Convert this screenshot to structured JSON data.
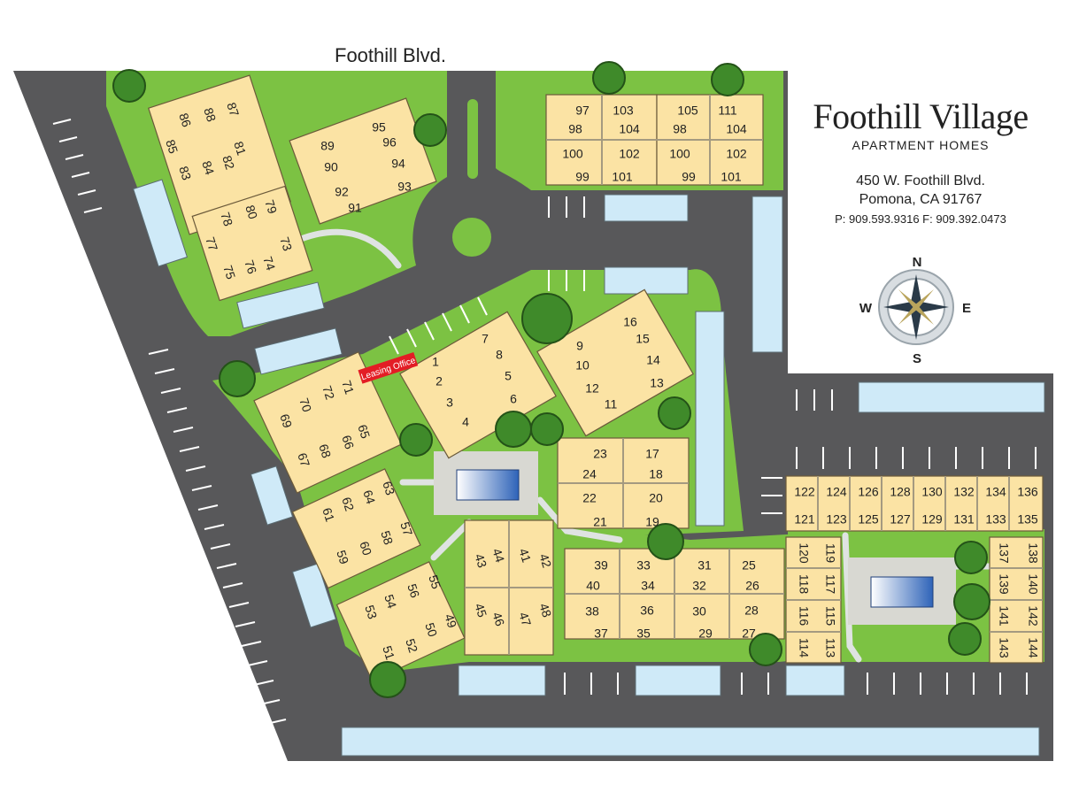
{
  "street_label": "Foothill Blvd.",
  "property": {
    "name": "Foothill Village",
    "tagline": "APARTMENT HOMES",
    "address_line1": "450 W. Foothill Blvd.",
    "address_line2": "Pomona, CA 91767",
    "phones": "P: 909.593.9316 F: 909.392.0473"
  },
  "leasing_office_label": "Leasing Office",
  "compass": {
    "north": "N",
    "south": "S",
    "east": "E",
    "west": "W"
  },
  "colors": {
    "road": "#58585a",
    "grass": "#7cc243",
    "building": "#fbe3a4",
    "parking": "#cfeaf8",
    "leasing": "#e31d25",
    "pool": "#2e63b8"
  },
  "units": [
    "86",
    "88",
    "87",
    "85",
    "83",
    "84",
    "81",
    "82",
    "78",
    "80",
    "79",
    "77",
    "75",
    "76",
    "73",
    "74",
    "89",
    "90",
    "95",
    "96",
    "92",
    "91",
    "94",
    "93",
    "97",
    "103",
    "98",
    "104",
    "100",
    "99",
    "102",
    "101",
    "105",
    "111",
    "98",
    "104",
    "100",
    "99",
    "102",
    "101",
    "1",
    "7",
    "2",
    "8",
    "3",
    "4",
    "5",
    "6",
    "16",
    "9",
    "15",
    "10",
    "14",
    "12",
    "11",
    "13",
    "72",
    "71",
    "70",
    "69",
    "67",
    "68",
    "66",
    "65",
    "63",
    "64",
    "62",
    "61",
    "57",
    "58",
    "59",
    "60",
    "55",
    "56",
    "54",
    "53",
    "49",
    "50",
    "52",
    "51",
    "43",
    "44",
    "41",
    "42",
    "45",
    "46",
    "47",
    "48",
    "23",
    "17",
    "24",
    "18",
    "22",
    "20",
    "21",
    "19",
    "39",
    "33",
    "31",
    "25",
    "40",
    "34",
    "32",
    "26",
    "38",
    "36",
    "30",
    "28",
    "37",
    "35",
    "29",
    "27",
    "122",
    "124",
    "126",
    "128",
    "130",
    "132",
    "134",
    "136",
    "121",
    "123",
    "125",
    "127",
    "129",
    "131",
    "133",
    "135",
    "120",
    "119",
    "118",
    "117",
    "116",
    "115",
    "114",
    "113",
    "138",
    "137",
    "140",
    "139",
    "142",
    "141",
    "144",
    "143"
  ]
}
